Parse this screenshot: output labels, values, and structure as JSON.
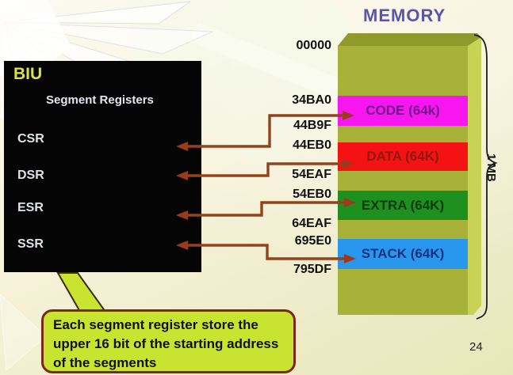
{
  "title": "MEMORY",
  "page_number": "24",
  "biu": {
    "title": "BIU",
    "subtitle": "Segment Registers",
    "registers": [
      {
        "label": "CSR"
      },
      {
        "label": "DSR"
      },
      {
        "label": "ESR"
      },
      {
        "label": "SSR"
      }
    ]
  },
  "memory": {
    "top_address": "00000",
    "size_label": "1 MB",
    "segments": [
      {
        "name": "CODE (64k)",
        "start": "34BA0",
        "end": "44B9F",
        "color": "#f716f0",
        "text_color": "#70128a"
      },
      {
        "name": "DATA (64K)",
        "start": "44EB0",
        "end": "54EAF",
        "color": "#f41212",
        "text_color": "#8f1a10"
      },
      {
        "name": "EXTRA (64K)",
        "start": "54EB0",
        "end": "64EAF",
        "color": "#1e9020",
        "text_color": "#0c3c0c"
      },
      {
        "name": "STACK (64K)",
        "start": "695E0",
        "end": "795DF",
        "color": "#2a97ef",
        "text_color": "#14317d"
      }
    ]
  },
  "callout": {
    "lines": [
      "Each segment register store the",
      "upper 16 bit of the starting address",
      "of the segments"
    ]
  },
  "colors": {
    "title": "#5a55a8",
    "biu_box": "#050505",
    "biu_title": "#dde240",
    "register_text": "#dce4e6",
    "column_front": "#a8b138",
    "column_top": "#8f992c",
    "column_side": "#c8d355",
    "arrow": "#93421b",
    "arrow_head": "#9c3a1e",
    "brace": "#1c1c1c",
    "bubble_fill": "#c9e331",
    "bubble_border": "#7c2817"
  }
}
